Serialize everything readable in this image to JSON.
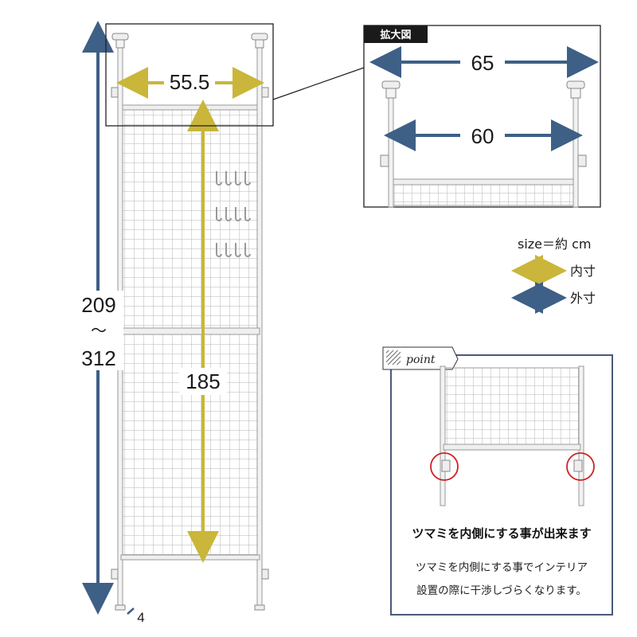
{
  "dimensions": {
    "inner_width_top": "55.5",
    "total_height_min": "209",
    "tilde": "～",
    "total_height_max": "312",
    "inner_height_panel": "185",
    "depth_bottom": "4"
  },
  "zoom_detail": {
    "badge": "拡大図",
    "outer_width": "65",
    "inner_width": "60"
  },
  "legend": {
    "size_note": "size＝約 cm",
    "inner_label": "内寸",
    "outer_label": "外寸"
  },
  "point_box": {
    "tag": "point",
    "title": "ツマミを内側にする事が出来ます",
    "desc_line1": "ツマミを内側にする事でインテリア",
    "desc_line2": "設置の際に干渉しづらくなります。"
  },
  "colors": {
    "inner_arrow": "#c9b63a",
    "outer_arrow": "#3e5f86",
    "frame": "#9a9a9a",
    "point_border": "#4a5a7a",
    "highlight_circle": "#d02020"
  }
}
